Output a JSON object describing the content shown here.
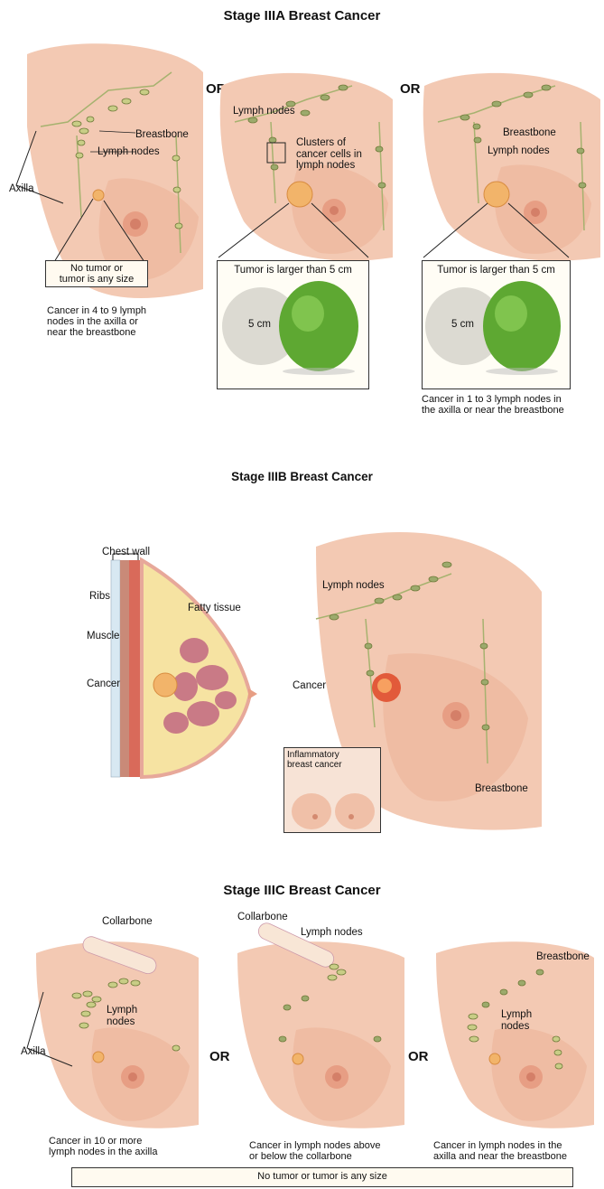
{
  "stage3a": {
    "title": "Stage IIIA Breast Cancer",
    "or_1": "OR",
    "or_2": "OR",
    "panel1": {
      "breastbone": "Breastbone",
      "lymph_nodes": "Lymph nodes",
      "axilla": "Axilla",
      "box_line1": "No tumor or",
      "box_line2": "tumor is any size",
      "caption_line1": "Cancer in 4 to 9 lymph",
      "caption_line2": "nodes in the axilla or",
      "caption_line3": "near the breastbone"
    },
    "panel2": {
      "lymph_nodes": "Lymph nodes",
      "clusters_line1": "Clusters of",
      "clusters_line2": "cancer cells in",
      "clusters_line3": "lymph nodes",
      "box_title": "Tumor is larger than 5 cm",
      "circle_label": "5 cm"
    },
    "panel3": {
      "breastbone": "Breastbone",
      "lymph_nodes": "Lymph nodes",
      "box_title": "Tumor is larger than 5 cm",
      "circle_label": "5 cm",
      "caption_line1": "Cancer in 1 to 3 lymph nodes in",
      "caption_line2": "the axilla or near the breastbone"
    }
  },
  "stage3b": {
    "title": "Stage IIIB Breast Cancer",
    "side": {
      "chest_wall": "Chest wall",
      "ribs": "Ribs",
      "fatty_tissue": "Fatty tissue",
      "muscle": "Muscle",
      "cancer": "Cancer"
    },
    "front": {
      "lymph_nodes": "Lymph nodes",
      "cancer": "Cancer",
      "breastbone": "Breastbone",
      "inset_line1": "Inflammatory",
      "inset_line2": "breast cancer"
    }
  },
  "stage3c": {
    "title": "Stage IIIC Breast Cancer",
    "or_1": "OR",
    "or_2": "OR",
    "panel1": {
      "collarbone": "Collarbone",
      "lymph_line1": "Lymph",
      "lymph_line2": "nodes",
      "axilla": "Axilla",
      "caption_line1": "Cancer in 10 or more",
      "caption_line2": "lymph nodes in the axilla"
    },
    "panel2": {
      "collarbone": "Collarbone",
      "lymph_nodes": "Lymph nodes",
      "caption_line1": "Cancer in lymph nodes above",
      "caption_line2": "or below the collarbone"
    },
    "panel3": {
      "breastbone": "Breastbone",
      "lymph_line1": "Lymph",
      "lymph_line2": "nodes",
      "caption_line1": "Cancer in lymph nodes in the",
      "caption_line2": "axilla and near the breastbone"
    },
    "bottom_box": "No tumor or tumor is any size"
  },
  "colors": {
    "skin": "#f3c9b3",
    "skin_shadow": "#e2a58c",
    "node": "#9caa6c",
    "lime": "#6fb83a",
    "tumor": "#f2b46a",
    "box_fill": "#fffaf0"
  }
}
